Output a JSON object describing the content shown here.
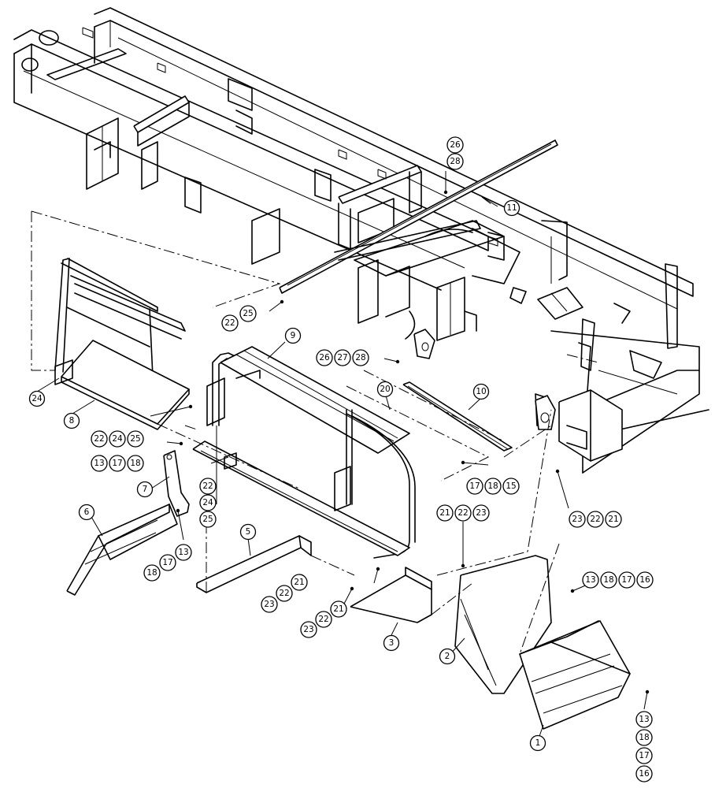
{
  "callouts": [
    {
      "id": "b1",
      "label": "1"
    },
    {
      "id": "b2",
      "label": "2"
    },
    {
      "id": "b3",
      "label": "3"
    },
    {
      "id": "b5",
      "label": "5"
    },
    {
      "id": "b6",
      "label": "6"
    },
    {
      "id": "b7",
      "label": "7"
    },
    {
      "id": "b8",
      "label": "8"
    },
    {
      "id": "b9",
      "label": "9"
    },
    {
      "id": "b10",
      "label": "10"
    },
    {
      "id": "b11",
      "label": "11"
    },
    {
      "id": "b20",
      "label": "20"
    },
    {
      "id": "b24a",
      "label": "24"
    }
  ],
  "hardware_groups": [
    {
      "id": "g26-28-top",
      "labels": [
        "26",
        "28"
      ]
    },
    {
      "id": "g22-25",
      "labels": [
        "22",
        "25"
      ]
    },
    {
      "id": "g26-27-28",
      "labels": [
        "26",
        "27",
        "28"
      ]
    },
    {
      "id": "g22-24-25",
      "labels": [
        "22",
        "24",
        "25"
      ]
    },
    {
      "id": "g13-17-18-left",
      "labels": [
        "13",
        "17",
        "18"
      ]
    },
    {
      "id": "g22-24-25-vert",
      "labels": [
        "22",
        "24",
        "25"
      ]
    },
    {
      "id": "g13-17-18-step",
      "labels": [
        "13",
        "17",
        "18"
      ]
    },
    {
      "id": "g17-18-15",
      "labels": [
        "17",
        "18",
        "15"
      ]
    },
    {
      "id": "g21-22-23",
      "labels": [
        "21",
        "22",
        "23"
      ]
    },
    {
      "id": "g23-22-21-right",
      "labels": [
        "23",
        "22",
        "21"
      ]
    },
    {
      "id": "g21-22-23-a",
      "labels": [
        "21",
        "22",
        "23"
      ]
    },
    {
      "id": "g21-22-23-b",
      "labels": [
        "21",
        "22",
        "23"
      ]
    },
    {
      "id": "g13-18-17-16",
      "labels": [
        "13",
        "18",
        "17",
        "16"
      ]
    },
    {
      "id": "g13-18-17-16-vert",
      "labels": [
        "13",
        "18",
        "17",
        "16"
      ]
    }
  ]
}
